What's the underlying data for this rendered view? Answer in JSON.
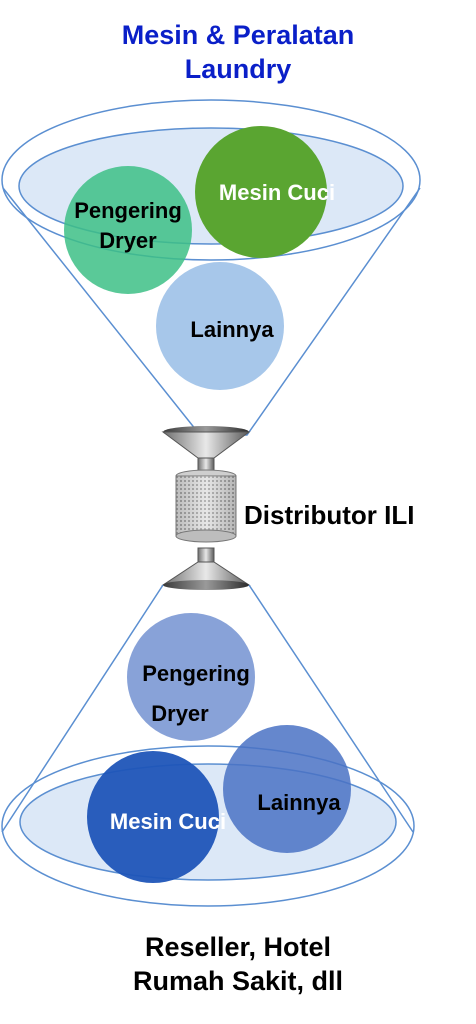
{
  "top_title": {
    "line1": "Mesin & Peralatan",
    "line2": "Laundry"
  },
  "top_funnel": {
    "circles": [
      {
        "id": "pengering",
        "lines": [
          "Pengering",
          "Dryer"
        ],
        "fill": "#3dbf86",
        "text_color": "#000000"
      },
      {
        "id": "mesin-cuci",
        "lines": [
          "Mesin Cuci"
        ],
        "fill": "#5aa531",
        "text_color": "#ffffff"
      },
      {
        "id": "lainnya",
        "lines": [
          "Lainnya"
        ],
        "fill": "#a7c7ea",
        "text_color": "#000000"
      }
    ]
  },
  "connector": {
    "label": "Distributor ILI"
  },
  "bottom_funnel": {
    "circles": [
      {
        "id": "pengering",
        "lines": [
          "Pengering",
          "Dryer"
        ],
        "fill": "#7b98d4",
        "text_color": "#000000"
      },
      {
        "id": "lainnya",
        "lines": [
          "Lainnya"
        ],
        "fill": "#4a72c4",
        "text_color": "#000000"
      },
      {
        "id": "mesin-cuci",
        "lines": [
          "Mesin Cuci"
        ],
        "fill": "#1f55b8",
        "text_color": "#ffffff"
      }
    ]
  },
  "bottom_title": {
    "line1": "Reseller, Hotel",
    "line2": "Rumah Sakit, dll"
  },
  "colors": {
    "funnel_outline": "#5b8fd1",
    "funnel_ellipse_fill": "#dce8f7",
    "top_title": "#0a1fc8",
    "bottom_title": "#000000"
  },
  "icons": [
    "funnel-top-icon",
    "filter-cartridge-icon",
    "funnel-bottom-icon"
  ]
}
